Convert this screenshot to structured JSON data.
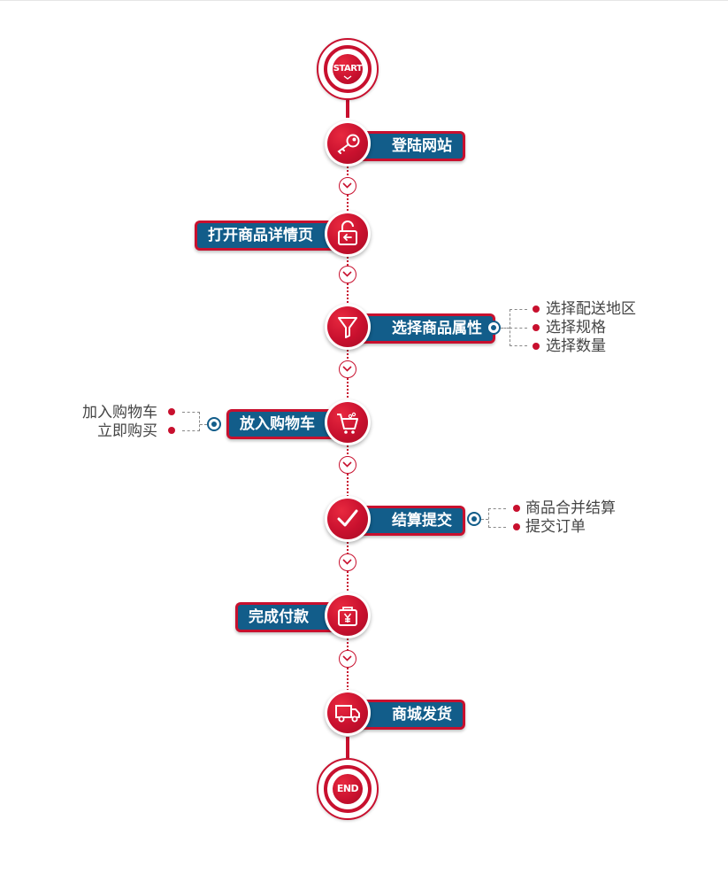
{
  "flow": {
    "start_label": "START",
    "end_label": "END",
    "steps": [
      {
        "label": "登陆网站",
        "icon": "key-icon"
      },
      {
        "label": "打开商品详情页",
        "icon": "open-lock-icon"
      },
      {
        "label": "选择商品属性",
        "icon": "funnel-icon"
      },
      {
        "label": "放入购物车",
        "icon": "cart-icon"
      },
      {
        "label": "结算提交",
        "icon": "check-icon"
      },
      {
        "label": "完成付款",
        "icon": "yen-bag-icon"
      },
      {
        "label": "商城发货",
        "icon": "truck-icon"
      }
    ],
    "sub_items": {
      "attributes": [
        "选择配送地区",
        "选择规格",
        "选择数量"
      ],
      "cart": [
        "加入购物车",
        "立即购买"
      ],
      "checkout": [
        "商品合并结算",
        "提交订单"
      ]
    }
  },
  "colors": {
    "accent": "#c8102e",
    "label_bg": "#125d8a",
    "text": "#444444"
  }
}
